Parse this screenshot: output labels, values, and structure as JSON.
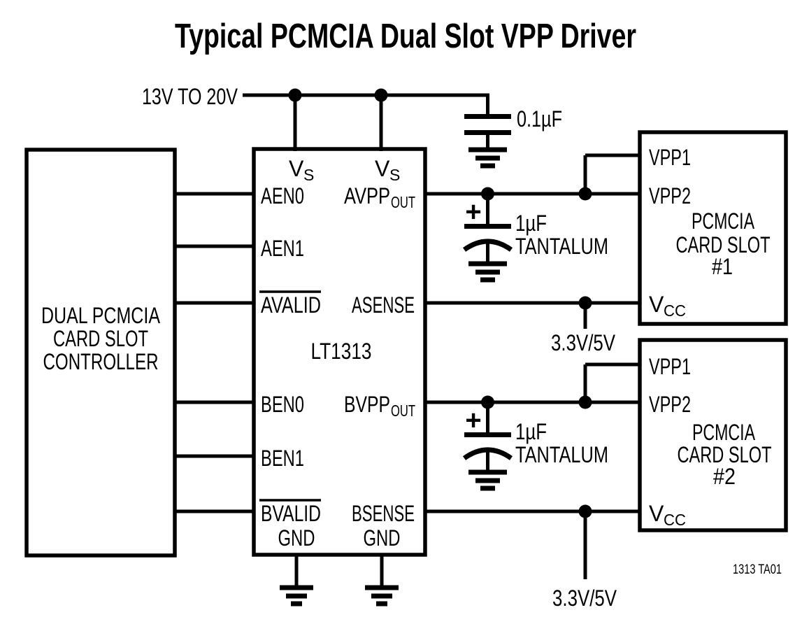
{
  "title": "Typical PCMCIA Dual Slot VPP Driver",
  "colors": {
    "ink": "#000000",
    "background": "#ffffff"
  },
  "supply_rail": {
    "label": "13V TO 20V"
  },
  "bypass_cap": {
    "value": "0.1µF"
  },
  "controller": {
    "lines": [
      "DUAL PCMCIA",
      "CARD SLOT",
      "CONTROLLER"
    ]
  },
  "chip": {
    "name": "LT1313",
    "vs_left": {
      "base": "V",
      "sub": "S"
    },
    "vs_right": {
      "base": "V",
      "sub": "S"
    },
    "left_pins": {
      "aen0": "AEN0",
      "aen1": "AEN1",
      "avalid": "AVALID",
      "ben0": "BEN0",
      "ben1": "BEN1",
      "bvalid": "BVALID"
    },
    "right_pins": {
      "avpp": {
        "base": "AVPP",
        "sub": "OUT"
      },
      "asense": "ASENSE",
      "bvpp": {
        "base": "BVPP",
        "sub": "OUT"
      },
      "bsense": "BSENSE"
    },
    "gnd_left": "GND",
    "gnd_right": "GND"
  },
  "tant_cap_a": {
    "polarity": "+",
    "value": "1µF",
    "type": "TANTALUM"
  },
  "tant_cap_b": {
    "polarity": "+",
    "value": "1µF",
    "type": "TANTALUM"
  },
  "slot1": {
    "vpp1": "VPP1",
    "vpp2": "VPP2",
    "vcc": {
      "base": "V",
      "sub": "CC"
    },
    "lines": [
      "PCMCIA",
      "CARD SLOT",
      "#1"
    ],
    "supply": "3.3V/5V"
  },
  "slot2": {
    "vpp1": "VPP1",
    "vpp2": "VPP2",
    "vcc": {
      "base": "V",
      "sub": "CC"
    },
    "lines": [
      "PCMCIA",
      "CARD SLOT",
      "#2"
    ],
    "supply": "3.3V/5V"
  },
  "figure_ref": "1313 TA01"
}
